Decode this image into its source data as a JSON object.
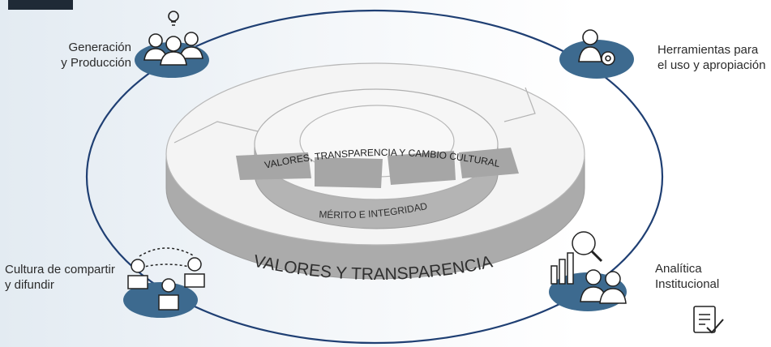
{
  "nodes": {
    "generacion": {
      "line1": "Generación",
      "line2": "y Producción"
    },
    "herramientas": {
      "line1": "Herramientas para",
      "line2": "el uso y apropiación"
    },
    "cultura": {
      "line1": "Cultura de compartir",
      "line2": "y difundir"
    },
    "analitica": {
      "line1": "Analítica",
      "line2": "Institucional"
    }
  },
  "rings": {
    "outer": "VALORES   Y   TRANSPARENCIA",
    "middle": "MÉRITO   E   INTEGRIDAD",
    "inner": "VALORES, TRANSPARENCIA Y CAMBIO CULTURAL"
  },
  "colors": {
    "accent": "#3d6a8f",
    "cycle_line": "#1f3f73",
    "ring_side": "#a9a9a9",
    "ring_top": "#f4f4f4"
  }
}
